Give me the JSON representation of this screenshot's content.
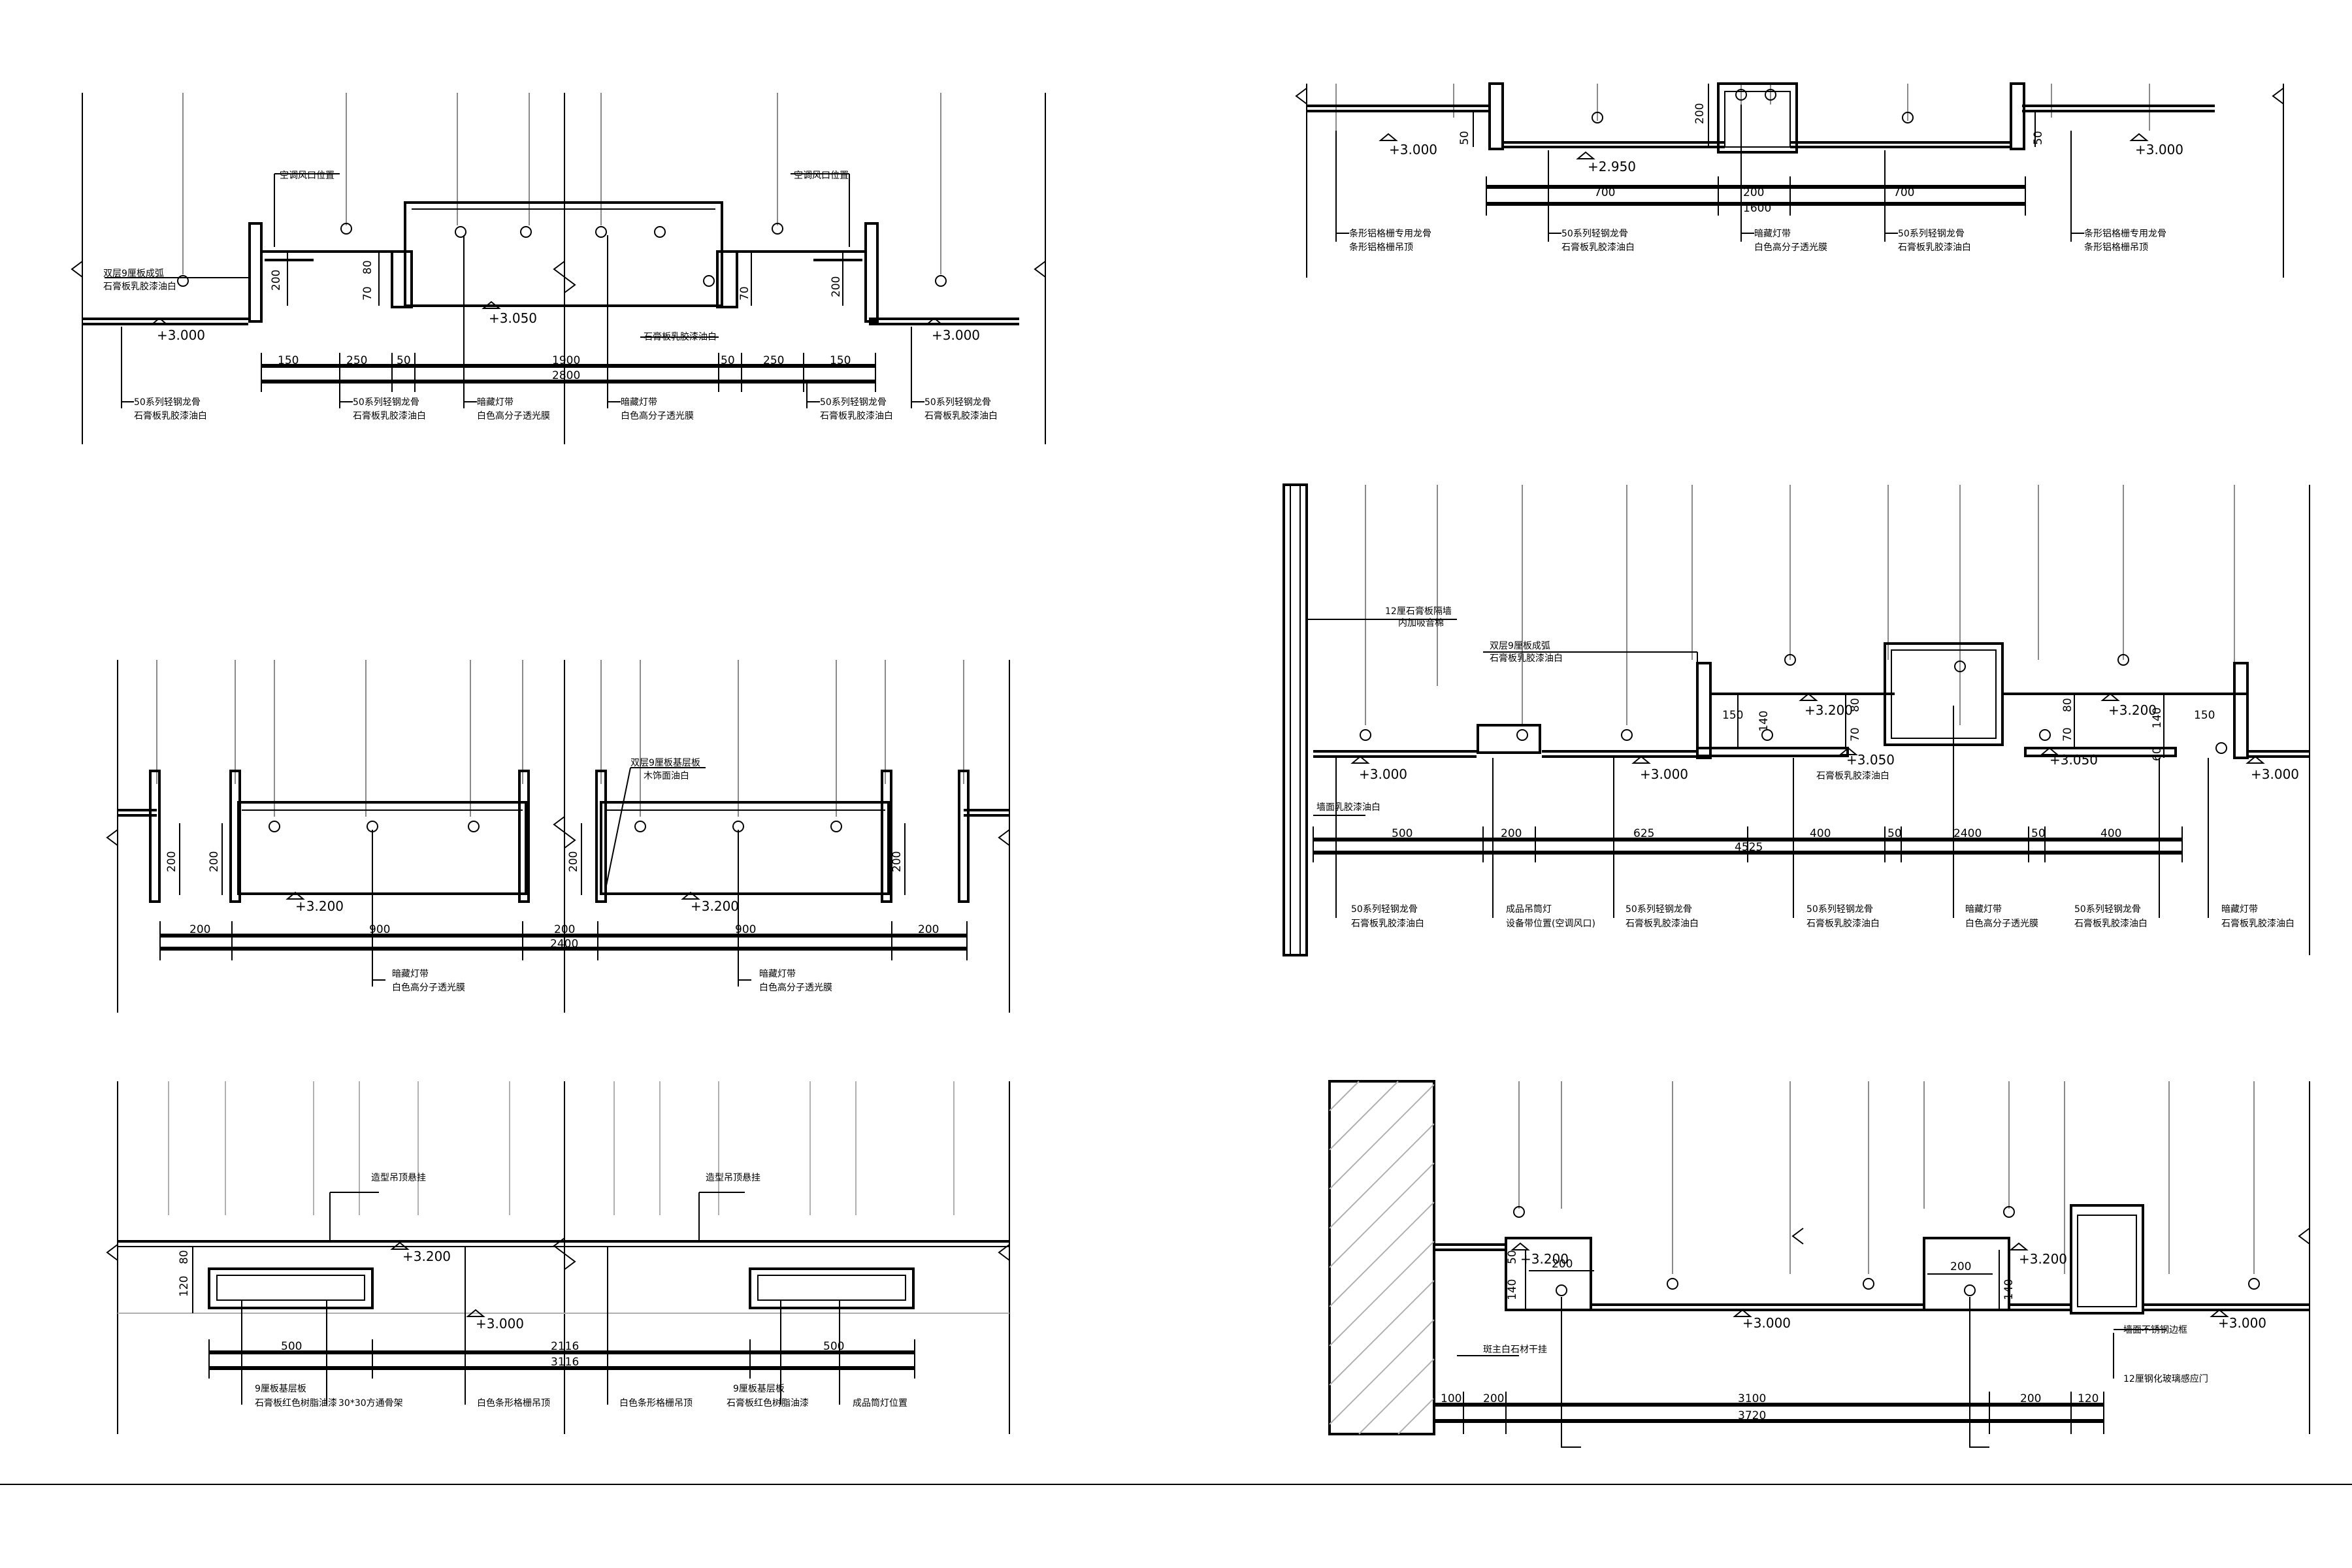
{
  "panel1": {
    "elev": {
      "e1": "+3.000",
      "e2": "+3.050",
      "e3": "+3.000"
    },
    "dims": [
      "150",
      "250",
      "50",
      "1900",
      "50",
      "250",
      "150"
    ],
    "dim_total": "2800",
    "dim_v": {
      "d200a": "200",
      "d80": "80",
      "d70": "70",
      "d70b": "70",
      "d200b": "200"
    },
    "notes": {
      "ac_left": "空调风口位置",
      "ac_right": "空调风口位置",
      "board_l1": "双层9厘板成弧",
      "board_l2": "石膏板乳胶漆油白",
      "gypsum_right": "石膏板乳胶漆油白"
    },
    "bottom": {
      "a1": "50系列轻钢龙骨",
      "a2": "石膏板乳胶漆油白",
      "b1": "50系列轻钢龙骨",
      "b2": "石膏板乳胶漆油白",
      "c1": "暗藏灯带",
      "c2": "白色高分子透光膜",
      "d1": "暗藏灯带",
      "d2": "白色高分子透光膜",
      "e1": "50系列轻钢龙骨",
      "e2": "石膏板乳胶漆油白",
      "f1": "50系列轻钢龙骨",
      "f2": "石膏板乳胶漆油白"
    }
  },
  "panel2": {
    "elev": {
      "e1": "+3.200",
      "e2": "+3.200"
    },
    "dims": [
      "200",
      "900",
      "200",
      "900",
      "200"
    ],
    "dim_total": "2400",
    "dim_v": {
      "a": "200",
      "b": "200",
      "c": "200",
      "d": "200"
    },
    "notes": {
      "n1": "双层9厘板基层板",
      "n2": "木饰面油白"
    },
    "bottom": {
      "a1": "暗藏灯带",
      "a2": "白色高分子透光膜",
      "b1": "暗藏灯带",
      "b2": "白色高分子透光膜"
    }
  },
  "panel3": {
    "elev": {
      "e1": "+3.200",
      "e2": "+3.000"
    },
    "dims": [
      "500",
      "500"
    ],
    "dim_mid": "2116",
    "dim_total": "3116",
    "dim_v": {
      "a": "80",
      "b": "120"
    },
    "notes": {
      "n1": "造型吊顶悬挂",
      "n2": "造型吊顶悬挂"
    },
    "bottom": {
      "a1": "9厘板基层板",
      "a2": "石膏板红色树脂油漆",
      "b1": "30*30方通骨架",
      "c1": "白色条形格栅吊顶",
      "d1": "白色条形格栅吊顶",
      "e1": "9厘板基层板",
      "e2": "石膏板红色树脂油漆",
      "f1": "成品筒灯位置"
    }
  },
  "panel4": {
    "elev": {
      "e1": "+3.000",
      "e2": "+2.950",
      "e3": "+3.000"
    },
    "dims": [
      "700",
      "200",
      "700"
    ],
    "dim_total": "1600",
    "dim_v": {
      "a": "50",
      "b": "200",
      "c": "50"
    },
    "bottom": {
      "a1": "条形铝格栅专用龙骨",
      "a2": "条形铝格栅吊顶",
      "b1": "50系列轻钢龙骨",
      "b2": "石膏板乳胶漆油白",
      "c1": "暗藏灯带",
      "c2": "白色高分子透光膜",
      "d1": "50系列轻钢龙骨",
      "d2": "石膏板乳胶漆油白",
      "e1": "条形铝格栅专用龙骨",
      "e2": "条形铝格栅吊顶"
    }
  },
  "panel5": {
    "elev": {
      "e1": "+3.000",
      "e2": "+3.000",
      "e3": "+3.200",
      "e4": "+3.050",
      "e5": "+3.050",
      "e6": "+3.200",
      "e7": "+3.000"
    },
    "dims": [
      "500",
      "200",
      "625",
      "400",
      "50",
      "2400",
      "50",
      "400"
    ],
    "dim_total": "4525",
    "dim_v": {
      "a": "150",
      "b": "140",
      "c": "80",
      "d": "70",
      "e": "80",
      "f": "70",
      "g": "140",
      "h": "60",
      "i": "150"
    },
    "notes": {
      "wall1": "12厘石膏板隔墙",
      "wall2": "内加吸音棉",
      "board1": "双层9厘板成弧",
      "board2": "石膏板乳胶漆油白",
      "gypsum": "石膏板乳胶漆油白",
      "wallpaint": "墙面乳胶漆油白"
    },
    "bottom": {
      "a1": "50系列轻钢龙骨",
      "a2": "石膏板乳胶漆油白",
      "b1": "成品吊筒灯",
      "b2": "设备带位置(空调风口)",
      "c1": "50系列轻钢龙骨",
      "c2": "石膏板乳胶漆油白",
      "d1": "50系列轻钢龙骨",
      "d2": "石膏板乳胶漆油白",
      "e1": "暗藏灯带",
      "e2": "白色高分子透光膜",
      "f1": "50系列轻钢龙骨",
      "f2": "石膏板乳胶漆油白",
      "g1": "暗藏灯带",
      "g2": "石膏板乳胶漆油白"
    }
  },
  "panel6": {
    "elev": {
      "e1": "+3.200",
      "e2": "+3.000",
      "e3": "+3.200",
      "e4": "+3.000"
    },
    "dims": [
      "100",
      "200",
      "3100",
      "200",
      "120"
    ],
    "dim_total": "3720",
    "dim_v": {
      "a": "50",
      "b": "140",
      "c": "140"
    },
    "dim_inner": {
      "a": "200",
      "b": "200"
    },
    "notes": {
      "stone": "斑主白石材干挂",
      "steel": "墙面不锈钢边框",
      "glass": "12厘钢化玻璃感应门"
    }
  }
}
